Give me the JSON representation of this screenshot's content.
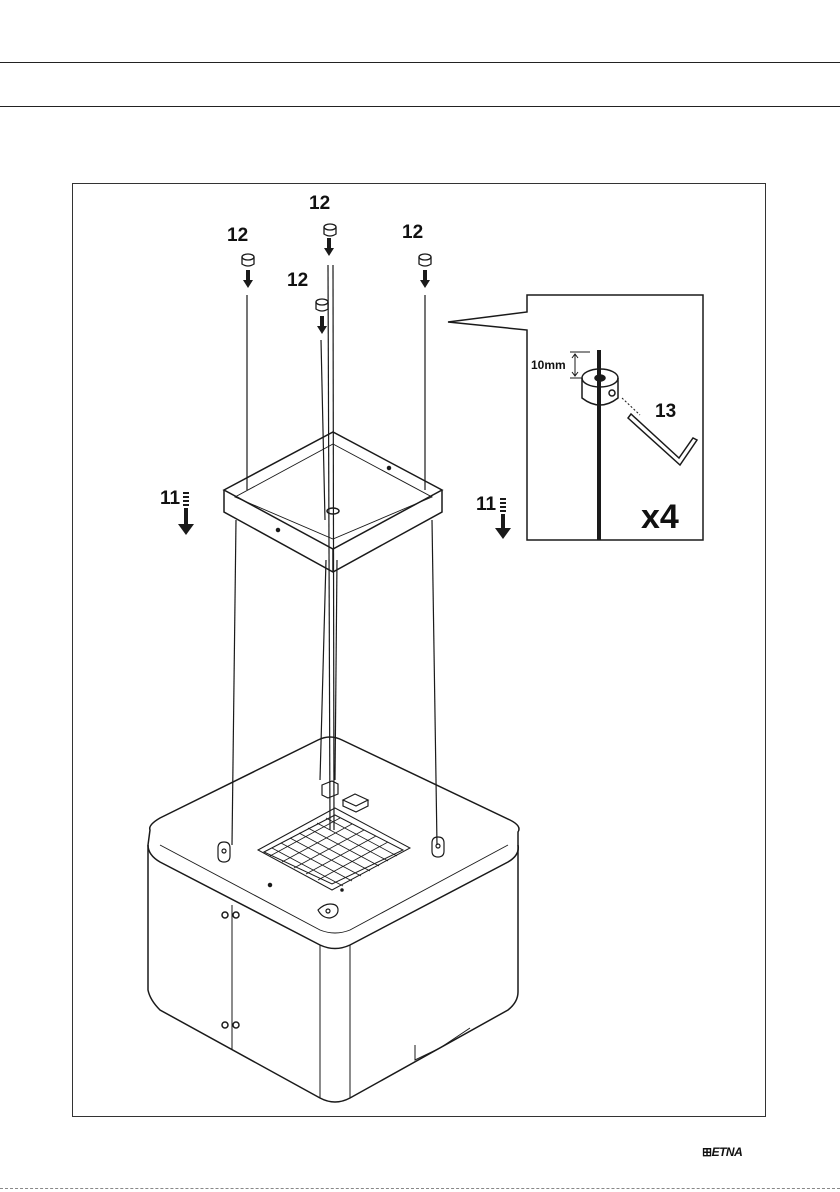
{
  "labels": {
    "bolt_top": "12",
    "bolt_left": "12",
    "bolt_right": "12",
    "bolt_inner": "12",
    "canopy_left": "11",
    "canopy_right": "11",
    "wrench": "13",
    "distance": "10mm",
    "multiplier": "x4"
  },
  "footer": {
    "brand": "ETNA"
  },
  "icons": [
    "arrow-down-icon",
    "bolt-icon",
    "hex-key-icon",
    "grid-filter-icon"
  ]
}
